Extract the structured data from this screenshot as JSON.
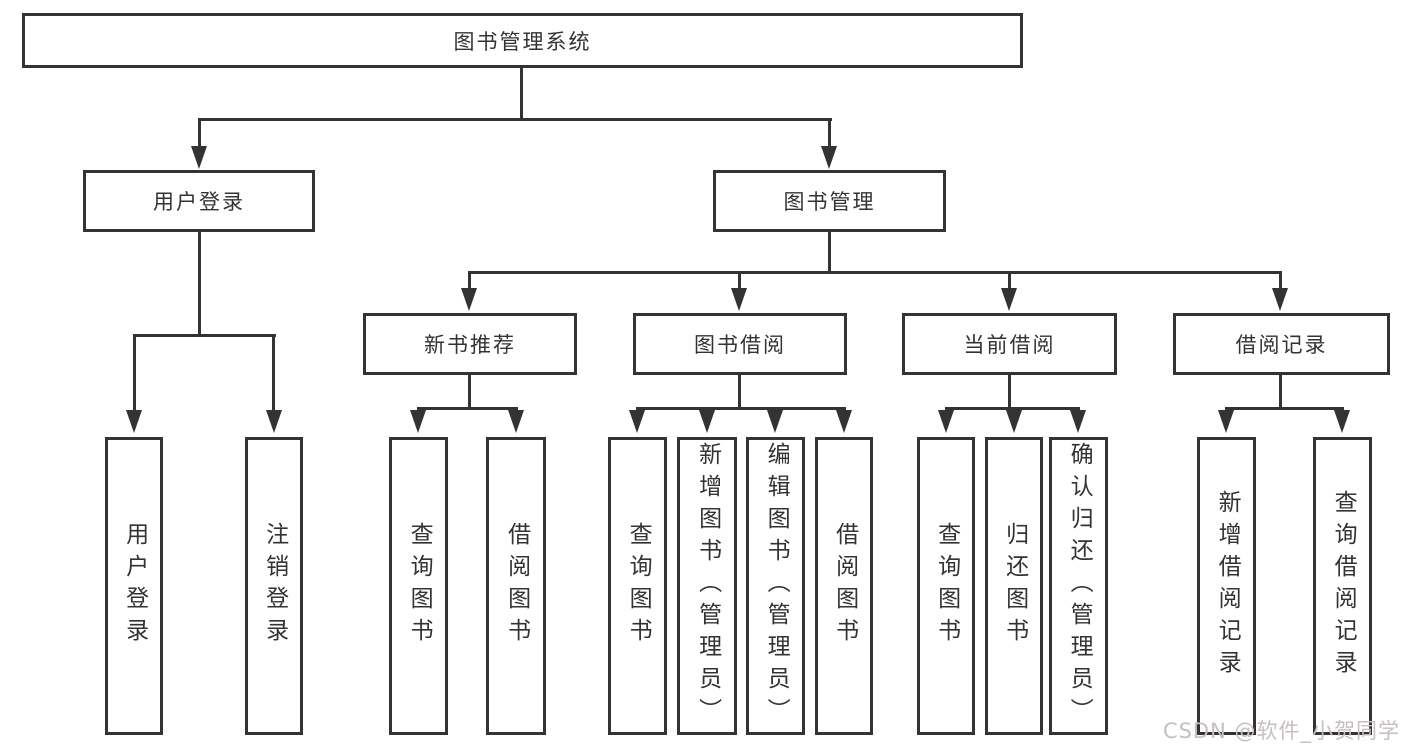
{
  "diagram": {
    "title": "图书管理系统",
    "level2": {
      "user_login": "用户登录",
      "book_mgmt": "图书管理"
    },
    "level3": {
      "new_book_rec": "新书推荐",
      "book_borrow": "图书借阅",
      "current_borrow": "当前借阅",
      "borrow_records": "借阅记录"
    },
    "leaves": {
      "login_1": "用户登录",
      "login_2": "注销登录",
      "rec_1": "查询图书",
      "rec_2": "借阅图书",
      "borrow_1": "查询图书",
      "borrow_2": "新增图书（管理员）",
      "borrow_3": "编辑图书（管理员）",
      "borrow_4": "借阅图书",
      "current_1": "查询图书",
      "current_2": "归还图书",
      "current_3": "确认归还（管理员）",
      "records_1": "新增借阅记录",
      "records_2": "查询借阅记录"
    }
  },
  "watermark": "CSDN @软件_小贺同学",
  "colors": {
    "line": "#333333",
    "box_border": "#333333",
    "text": "#333333",
    "watermark": "#c6bfc2",
    "background": "#ffffff"
  }
}
